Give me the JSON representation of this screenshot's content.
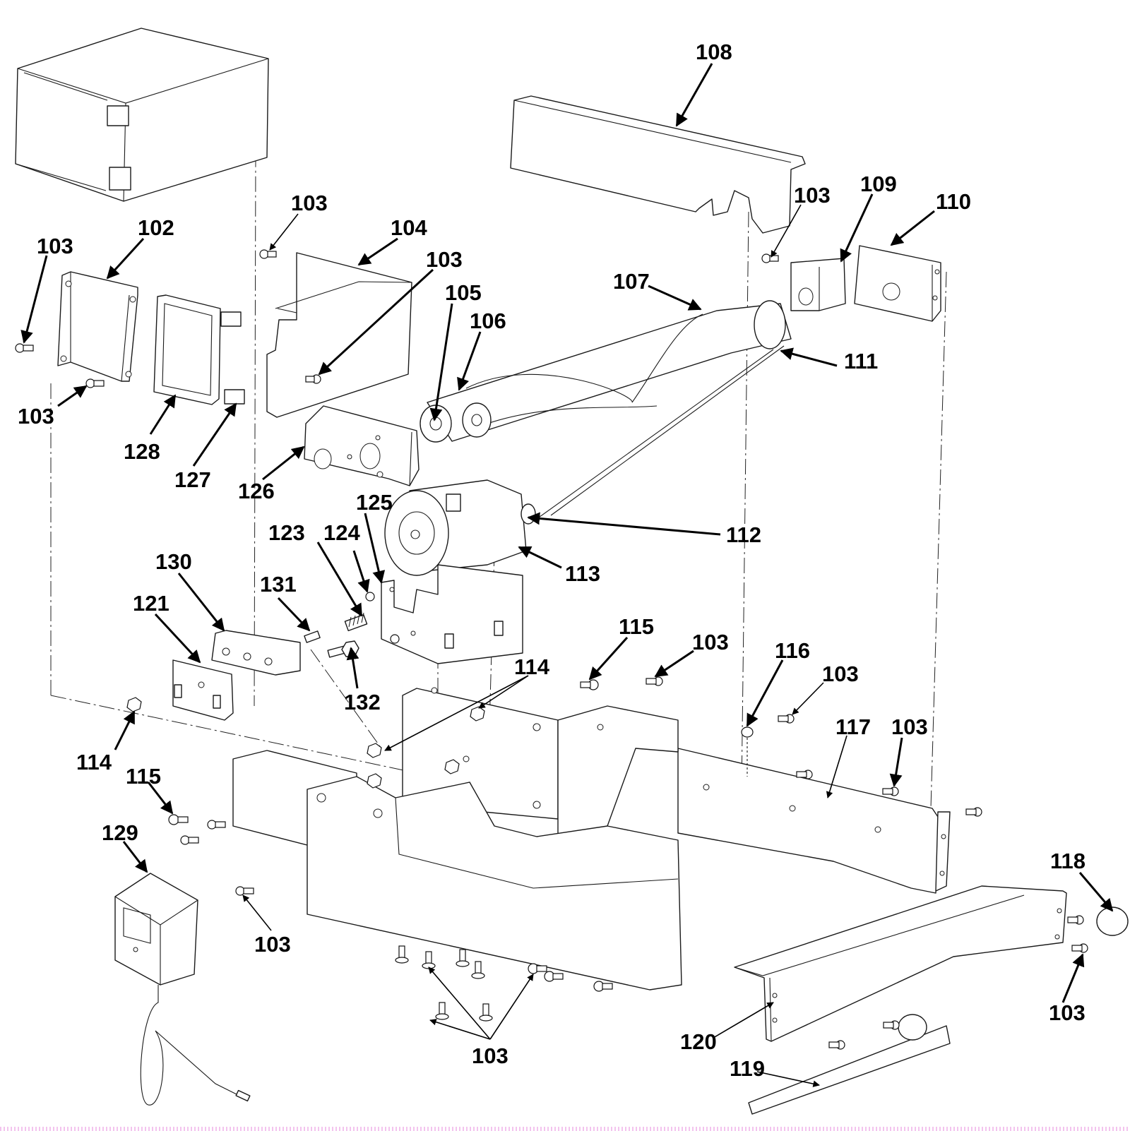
{
  "diagram": {
    "type": "exploded-parts-diagram",
    "colors": {
      "ink": "#000000",
      "background": "#ffffff",
      "footer_dots": "#f3c4ee"
    },
    "parts": [
      {
        "id": "p101",
        "name": "top cover box",
        "callout": ""
      },
      {
        "id": "p102",
        "name": "end bracket",
        "callout": "102"
      },
      {
        "id": "p104",
        "name": "side cover plate",
        "callout": "104"
      },
      {
        "id": "p105",
        "name": "roller shaft end",
        "callout": "105"
      },
      {
        "id": "p106",
        "name": "roller",
        "callout": "106"
      },
      {
        "id": "p107",
        "name": "auger blade",
        "callout": "107"
      },
      {
        "id": "p108",
        "name": "top guard",
        "callout": "108"
      },
      {
        "id": "p109",
        "name": "bearing bracket",
        "callout": "109"
      },
      {
        "id": "p110",
        "name": "end plate",
        "callout": "110"
      },
      {
        "id": "p111",
        "name": "drive belt",
        "callout": "111"
      },
      {
        "id": "p112",
        "name": "drive pulley",
        "callout": "112"
      },
      {
        "id": "p113",
        "name": "motor",
        "callout": "113"
      },
      {
        "id": "p114",
        "name": "hex nut",
        "callout": "114"
      },
      {
        "id": "p115",
        "name": "shoulder screw",
        "callout": "115"
      },
      {
        "id": "p116",
        "name": "ground ring with chain",
        "callout": "116"
      },
      {
        "id": "p117",
        "name": "base frame rail",
        "callout": "117"
      },
      {
        "id": "p118",
        "name": "bumper foot",
        "callout": "118"
      },
      {
        "id": "p119",
        "name": "trim strip",
        "callout": "119"
      },
      {
        "id": "p120",
        "name": "front base channel",
        "callout": "120"
      },
      {
        "id": "p121",
        "name": "latch bracket",
        "callout": "121"
      },
      {
        "id": "p123",
        "name": "spring",
        "callout": "123"
      },
      {
        "id": "p124",
        "name": "screw",
        "callout": "124"
      },
      {
        "id": "p125",
        "name": "motor mount",
        "callout": "125"
      },
      {
        "id": "p126",
        "name": "bearing plate",
        "callout": "126"
      },
      {
        "id": "p127",
        "name": "clip",
        "callout": "127"
      },
      {
        "id": "p128",
        "name": "switch frame",
        "callout": "128"
      },
      {
        "id": "p129",
        "name": "power adapter",
        "callout": "129"
      },
      {
        "id": "p130",
        "name": "latch block",
        "callout": "130"
      },
      {
        "id": "p131",
        "name": "pin",
        "callout": "131"
      },
      {
        "id": "p132",
        "name": "adjusting bolt",
        "callout": "132"
      }
    ],
    "callouts": [
      {
        "label": "108"
      },
      {
        "label": "103"
      },
      {
        "label": "102"
      },
      {
        "label": "103"
      },
      {
        "label": "104"
      },
      {
        "label": "103"
      },
      {
        "label": "103"
      },
      {
        "label": "109"
      },
      {
        "label": "110"
      },
      {
        "label": "107"
      },
      {
        "label": "105"
      },
      {
        "label": "106"
      },
      {
        "label": "111"
      },
      {
        "label": "103"
      },
      {
        "label": "128"
      },
      {
        "label": "127"
      },
      {
        "label": "126"
      },
      {
        "label": "125"
      },
      {
        "label": "112"
      },
      {
        "label": "123"
      },
      {
        "label": "124"
      },
      {
        "label": "130"
      },
      {
        "label": "113"
      },
      {
        "label": "131"
      },
      {
        "label": "121"
      },
      {
        "label": "115"
      },
      {
        "label": "103"
      },
      {
        "label": "116"
      },
      {
        "label": "103"
      },
      {
        "label": "114"
      },
      {
        "label": "132"
      },
      {
        "label": "117"
      },
      {
        "label": "103"
      },
      {
        "label": "114"
      },
      {
        "label": "115"
      },
      {
        "label": "129"
      },
      {
        "label": "118"
      },
      {
        "label": "103"
      },
      {
        "label": "103"
      },
      {
        "label": "120"
      },
      {
        "label": "103"
      },
      {
        "label": "119"
      }
    ]
  }
}
